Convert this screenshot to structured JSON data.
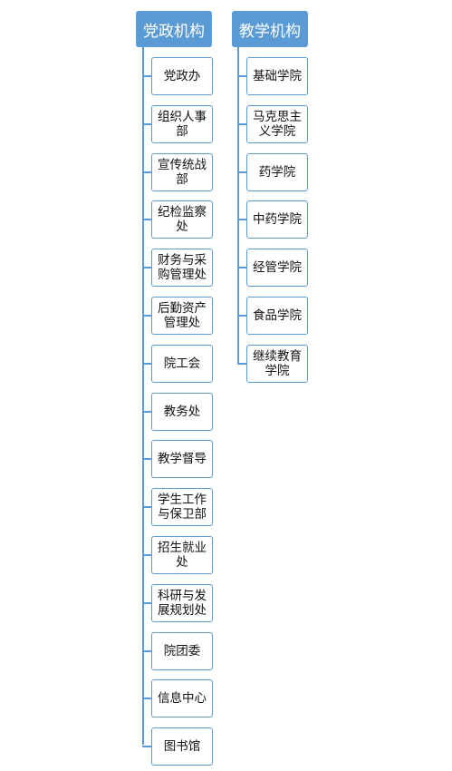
{
  "left_column": {
    "title": "党政机构",
    "items": [
      "党政办",
      "组织人事部",
      "宣传统战部",
      "纪检监察处",
      "财务与采购管理处",
      "后勤资产管理处",
      "院工会",
      "教务处",
      "教学督导",
      "学生工作与保卫部",
      "招生就业处",
      "科研与发展规划处",
      "院团委",
      "信息中心",
      "图书馆"
    ]
  },
  "right_column": {
    "title": "教学机构",
    "items": [
      "基础学院",
      "马克思主义学院",
      "药学院",
      "中药学院",
      "经管学院",
      "食品学院",
      "继续教育学院"
    ]
  },
  "colors": {
    "header_fill": "#5b9bd5",
    "connector": "#5b9bd5",
    "box_border": "#5b9bd5"
  }
}
